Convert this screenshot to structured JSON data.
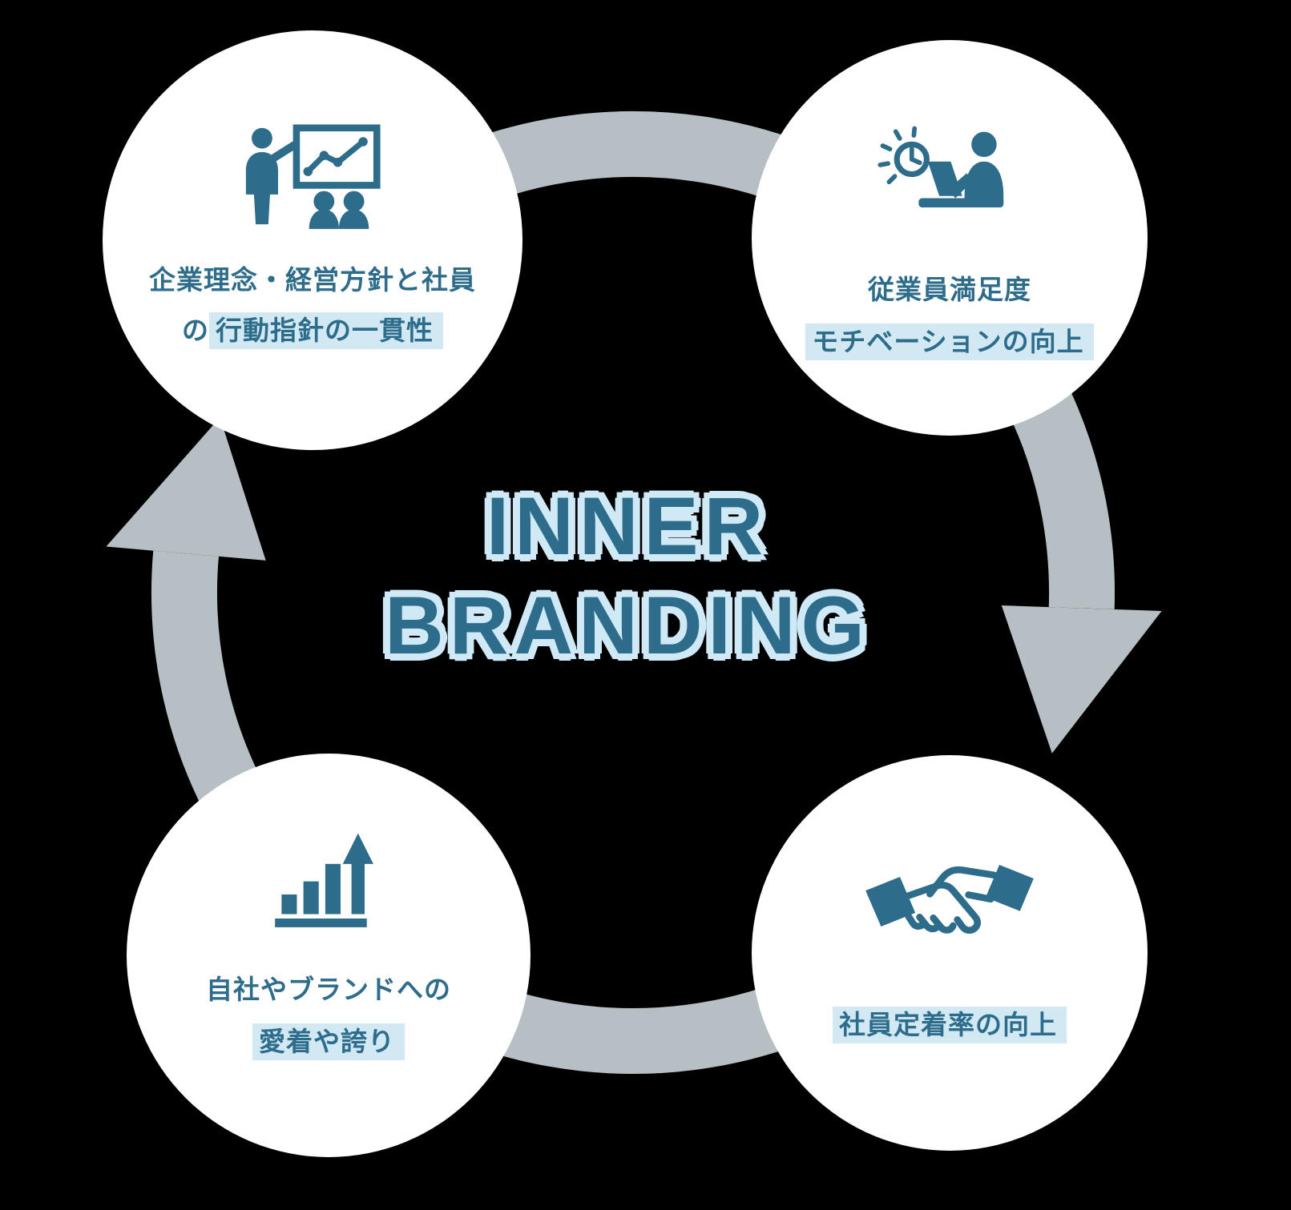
{
  "title": {
    "line1": "INNER",
    "line2": "BRANDING"
  },
  "nodes": {
    "philosophy": {
      "icon": "presentation-icon",
      "line1": "企業理念・経営方針と社員",
      "line2_prefix": "の",
      "line2_highlight": "行動指針の一貫性"
    },
    "satisfaction": {
      "icon": "worker-laptop-icon",
      "line1": "従業員満足度",
      "line2_highlight": "モチベーションの向上"
    },
    "retention": {
      "icon": "handshake-icon",
      "line1_highlight": "社員定着率の向上"
    },
    "pride": {
      "icon": "growth-chart-icon",
      "line1": "自社やブランドへの",
      "line2_highlight": "愛着や誇り"
    }
  },
  "colors": {
    "accent": "#2d6c8a",
    "highlight": "#d2e9f4",
    "ring": "#b6bfc3",
    "node_bg": "#ffffff",
    "background": "#000000",
    "title_outline": "#cfe9f6"
  }
}
